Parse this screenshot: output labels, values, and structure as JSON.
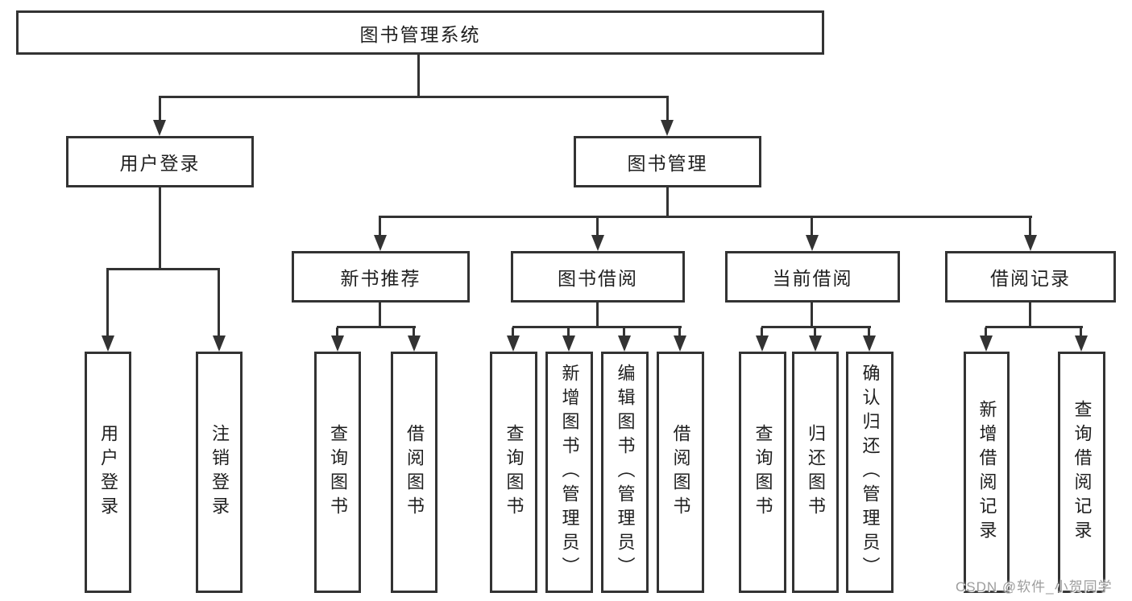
{
  "diagram": {
    "title": "图书管理系统",
    "colors": {
      "line": "#333333",
      "box_border": "#333333",
      "box_fill": "#ffffff",
      "text": "#1f1f1f",
      "watermark": "#9d9d9d"
    },
    "tree": {
      "root": "图书管理系统",
      "branches": [
        {
          "label": "用户登录",
          "children": [
            "用户登录",
            "注销登录"
          ]
        },
        {
          "label": "图书管理",
          "groups": [
            {
              "label": "新书推荐",
              "children": [
                "查询图书",
                "借阅图书"
              ]
            },
            {
              "label": "图书借阅",
              "children": [
                "查询图书",
                "新增图书（管理员）",
                "编辑图书（管理员）",
                "借阅图书"
              ]
            },
            {
              "label": "当前借阅",
              "children": [
                "查询图书",
                "归还图书",
                "确认归还（管理员）"
              ]
            },
            {
              "label": "借阅记录",
              "children": [
                "新增借阅记录",
                "查询借阅记录"
              ]
            }
          ]
        }
      ]
    },
    "watermark": "CSDN @软件_小贺同学"
  }
}
